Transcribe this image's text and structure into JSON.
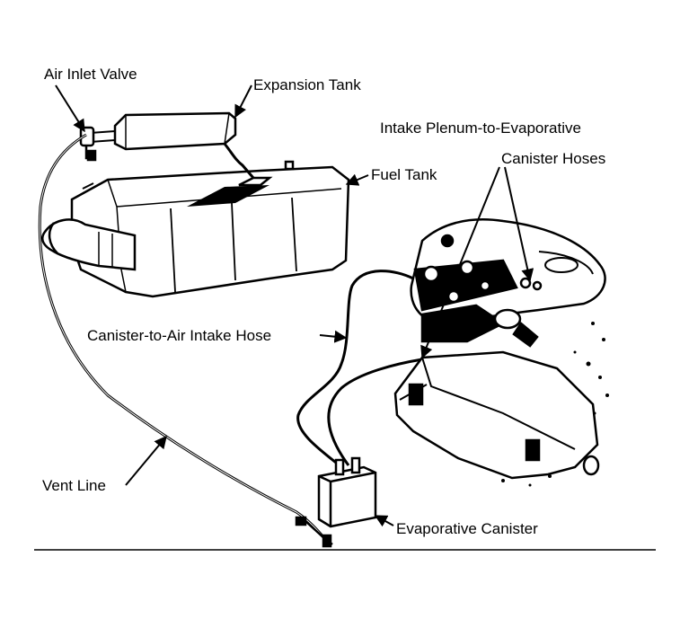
{
  "labels": {
    "air_inlet_valve": "Air Inlet Valve",
    "expansion_tank": "Expansion Tank",
    "intake_plenum_line1": "Intake Plenum-to-Evaporative",
    "intake_plenum_line2": "Canister Hoses",
    "fuel_tank": "Fuel Tank",
    "canister_to_air_intake_hose": "Canister-to-Air Intake Hose",
    "vent_line": "Vent Line",
    "evaporative_canister": "Evaporative Canister"
  },
  "colors": {
    "ink": "#000000",
    "background": "#ffffff"
  }
}
